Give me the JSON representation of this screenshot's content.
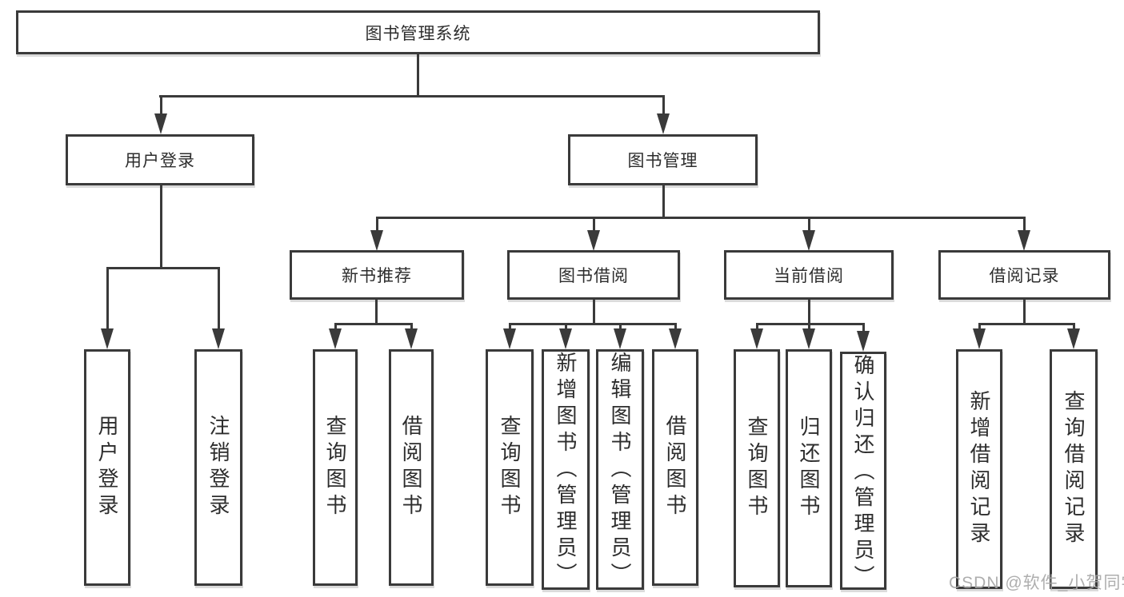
{
  "tree": {
    "label": "图书管理系统",
    "children": [
      {
        "label": "用户登录",
        "children": [
          {
            "label": "用户登录"
          },
          {
            "label": "注销登录"
          }
        ]
      },
      {
        "label": "图书管理",
        "children": [
          {
            "label": "新书推荐",
            "children": [
              {
                "label": "查询图书"
              },
              {
                "label": "借阅图书"
              }
            ]
          },
          {
            "label": "图书借阅",
            "children": [
              {
                "label": "查询图书"
              },
              {
                "label": "新增图书（管理员）"
              },
              {
                "label": "编辑图书（管理员）"
              },
              {
                "label": "借阅图书"
              }
            ]
          },
          {
            "label": "当前借阅",
            "children": [
              {
                "label": "查询图书"
              },
              {
                "label": "归还图书"
              },
              {
                "label": "确认归还（管理员）"
              }
            ]
          },
          {
            "label": "借阅记录",
            "children": [
              {
                "label": "新增借阅记录"
              },
              {
                "label": "查询借阅记录"
              }
            ]
          }
        ]
      }
    ]
  },
  "watermark": {
    "text": "CSDN @软件_小贺同学"
  },
  "colors": {
    "line": "#3a3a3a",
    "text": "#2d2d2d",
    "box_background": "#ffffff",
    "watermark": "#a5a5a5",
    "background": "#ffffff"
  }
}
